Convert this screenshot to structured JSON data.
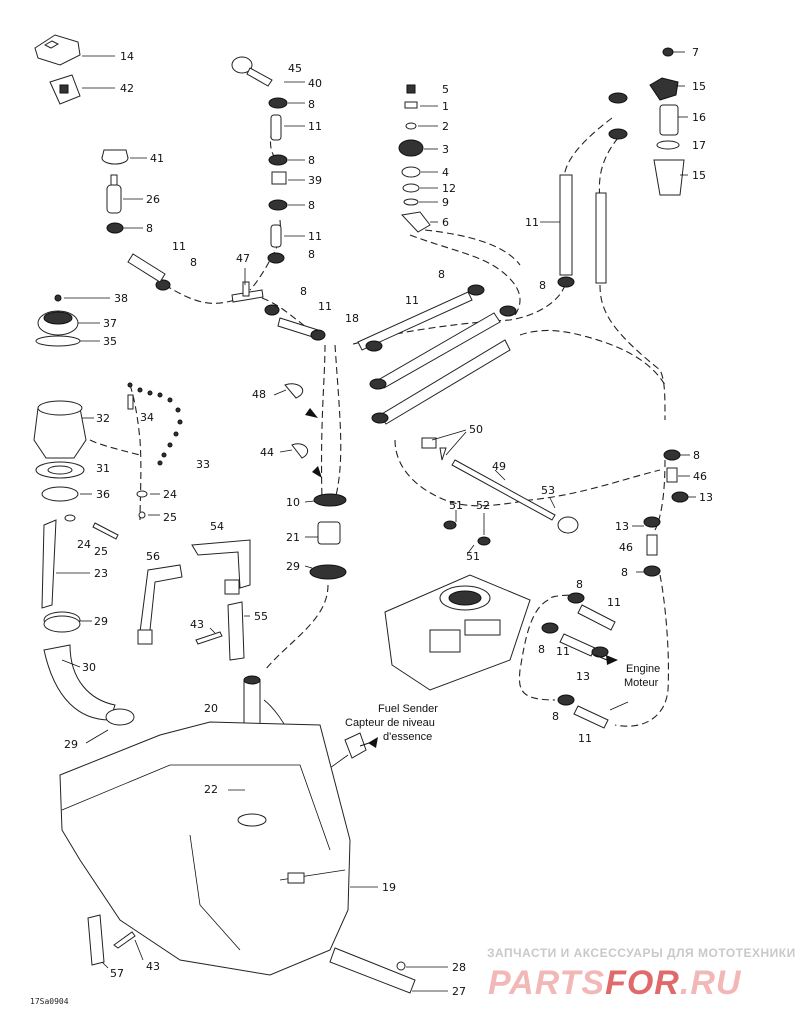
{
  "diagram_code": "17Sa0904",
  "callouts": {
    "p14": "14",
    "p42": "42",
    "p41": "41",
    "p26": "26",
    "p8a": "8",
    "p11a": "11",
    "p8b": "8",
    "p45": "45",
    "p40": "40",
    "p8c": "8",
    "p11b": "11",
    "p8d": "8",
    "p39": "39",
    "p8e": "8",
    "p11c": "11",
    "p8f": "8",
    "p47": "47",
    "p8g": "8",
    "p11d": "11",
    "p18": "18",
    "p5": "5",
    "p1": "1",
    "p2": "2",
    "p3": "3",
    "p4": "4",
    "p12": "12",
    "p9": "9",
    "p6": "6",
    "p8h": "8",
    "p11e": "11",
    "p7": "7",
    "p15a": "15",
    "p16": "16",
    "p17": "17",
    "p15b": "15",
    "p11f": "11",
    "p8i": "8",
    "p38": "38",
    "p37": "37",
    "p35": "35",
    "p34": "34",
    "p33": "33",
    "p32": "32",
    "p31": "31",
    "p36": "36",
    "p24a": "24",
    "p25a": "25",
    "p24b": "24",
    "p25b": "25",
    "p23": "23",
    "p29a": "29",
    "p30": "30",
    "p29b": "29",
    "p48": "48",
    "p44": "44",
    "p10": "10",
    "p21": "21",
    "p29c": "29",
    "p54": "54",
    "p56": "56",
    "p55": "55",
    "p43a": "43",
    "p20": "20",
    "p22": "22",
    "p19": "19",
    "p57": "57",
    "p43b": "43",
    "p28": "28",
    "p27": "27",
    "p50": "50",
    "p49": "49",
    "p53": "53",
    "p51a": "51",
    "p52": "52",
    "p51b": "51",
    "p8j": "8",
    "p46a": "46",
    "p13a": "13",
    "p13b": "13",
    "p46b": "46",
    "p8k": "8",
    "p8l": "8",
    "p11g": "11",
    "p8m": "8",
    "p11h": "11",
    "p13c": "13",
    "p8n": "8",
    "p11i": "11"
  },
  "notes": {
    "fuel_sender_en": "Fuel Sender",
    "fuel_sender_fr_1": "Capteur de niveau",
    "fuel_sender_fr_2": "d'essence",
    "engine_en": "Engine",
    "engine_fr": "Moteur"
  },
  "watermark": {
    "line1": "ЗАПЧАСТИ И АКСЕССУАРЫ ДЛЯ МОТОТЕХНИКИ",
    "brand_a": "PARTS",
    "brand_b": "FOR",
    "brand_c": ".RU",
    "color_main": "#f2b8b8",
    "color_accent": "#e06a6a"
  }
}
